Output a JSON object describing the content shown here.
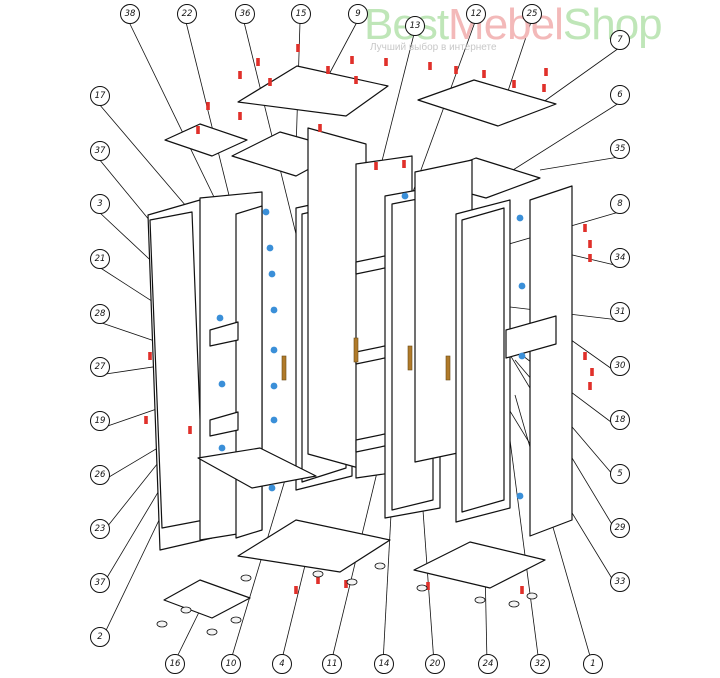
{
  "brand": {
    "part1": "Best",
    "part2": "Mebel",
    "part3": "Shop",
    "tagline": "Лучший выбор в интернете",
    "colors": {
      "green": "#bfe6b8",
      "pink": "#f3b9b9",
      "tagline": "#c8c8c8"
    }
  },
  "diagram": {
    "type": "exploded-assembly",
    "line_color": "#111111",
    "accent_colors": {
      "screw": "#e0302a",
      "connector": "#3a8fd8",
      "handle": "#b07a2a"
    },
    "callouts": {
      "top": [
        "38",
        "22",
        "36",
        "15",
        "9",
        "13",
        "12",
        "25",
        "7"
      ],
      "left": [
        "17",
        "37",
        "3",
        "21",
        "28",
        "27",
        "19",
        "26",
        "23",
        "37",
        "2"
      ],
      "right": [
        "6",
        "35",
        "8",
        "34",
        "31",
        "30",
        "18",
        "5",
        "29",
        "33"
      ],
      "bottom": [
        "16",
        "10",
        "4",
        "11",
        "14",
        "20",
        "24",
        "32",
        "1"
      ]
    }
  }
}
